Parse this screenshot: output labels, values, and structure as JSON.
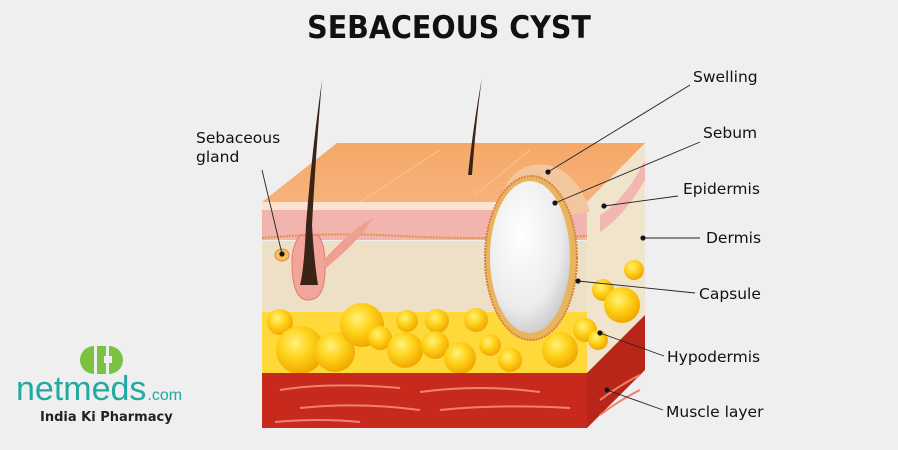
{
  "title": "SEBACEOUS CYST",
  "labels": {
    "sebaceous_gland_line1": "Sebaceous",
    "sebaceous_gland_line2": "gland",
    "swelling": "Swelling",
    "sebum": "Sebum",
    "epidermis": "Epidermis",
    "dermis": "Dermis",
    "capsule": "Capsule",
    "hypodermis": "Hypodermis",
    "muscle_layer": "Muscle layer"
  },
  "logo": {
    "brand": "netmeds",
    "suffix": ".com",
    "tagline": "India Ki Pharmacy",
    "brand_color": "#23a9a2",
    "cross_color": "#7cc242"
  }
}
